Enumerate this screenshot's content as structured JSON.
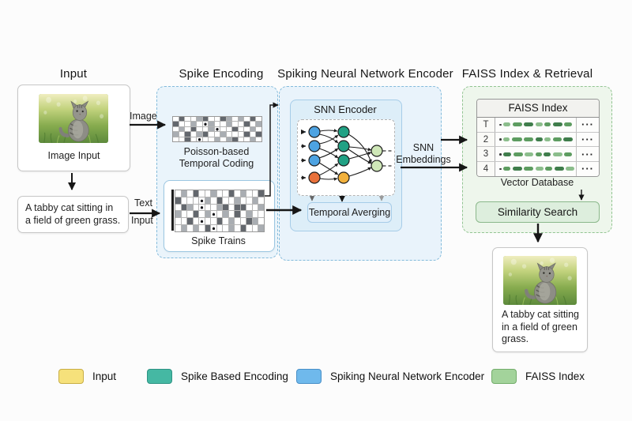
{
  "titles": {
    "input": "Input",
    "spike_encoding": "Spike Encoding",
    "snn_encoder": "Spiking Neural Network Encoder",
    "faiss": "FAISS Index & Retrieval"
  },
  "input_section": {
    "image_caption": "Image Input",
    "text_prompt": "A tabby cat sitting in a field of green grass.",
    "image_arrow_label": "Image",
    "text_arrow_label_line1": "Text",
    "text_arrow_label_line2": "Input"
  },
  "spike_encoding": {
    "poisson_label_line1": "Poisson-based",
    "poisson_label_line2": "Temporal Coding",
    "spike_trains_label": "Spike Trains",
    "poisson_grid": [
      "020012002101020",
      "200103100100201",
      "010200130020010",
      "102012001000202",
      "002030010120010"
    ],
    "spike_trains_grid": [
      "010200100201002",
      "200031020010010",
      "021030012022001",
      "100201301020100",
      "002030020100210",
      "010102300102001"
    ]
  },
  "snn_section": {
    "encoder_title": "SNN Encoder",
    "temporal_box_label": "Temporal Averging",
    "embeddings_label_line1": "SNN",
    "embeddings_label_line2": "Embeddings"
  },
  "faiss_section": {
    "table_title": "FAISS Index",
    "ellipsis": "···",
    "rows": [
      {
        "label": "T",
        "pills": [
          [
            9,
            0
          ],
          [
            12,
            1
          ],
          [
            12,
            2
          ],
          [
            9,
            0
          ],
          [
            8,
            1
          ],
          [
            12,
            2
          ],
          [
            10,
            1
          ]
        ]
      },
      {
        "label": "2",
        "pills": [
          [
            8,
            0
          ],
          [
            13,
            1
          ],
          [
            12,
            1
          ],
          [
            9,
            2
          ],
          [
            8,
            0
          ],
          [
            11,
            1
          ],
          [
            12,
            2
          ]
        ]
      },
      {
        "label": "3",
        "pills": [
          [
            10,
            2
          ],
          [
            12,
            1
          ],
          [
            11,
            0
          ],
          [
            8,
            1
          ],
          [
            9,
            2
          ],
          [
            12,
            0
          ],
          [
            10,
            1
          ]
        ]
      },
      {
        "label": "4",
        "pills": [
          [
            9,
            1
          ],
          [
            12,
            2
          ],
          [
            12,
            1
          ],
          [
            10,
            0
          ],
          [
            9,
            1
          ],
          [
            12,
            2
          ],
          [
            11,
            0
          ]
        ]
      }
    ],
    "vector_db_label": "Vector Database",
    "similarity_label": "Similarity Search"
  },
  "result_section": {
    "caption": "A tabby cat sitting in a field of green grass."
  },
  "legend": [
    {
      "label": "Input",
      "color": "#f6e17b",
      "border": "#c8ae45"
    },
    {
      "label": "Spike Based Encoding",
      "color": "#45b8a3",
      "border": "#2f9384"
    },
    {
      "label": "Spiking Neural Network Encoder",
      "color": "#6fb9ec",
      "border": "#4a90c8"
    },
    {
      "label": "FAISS Index",
      "color": "#a3d39b",
      "border": "#73ad6b"
    }
  ],
  "colors": {
    "neuron_input": "#4da3e2",
    "neuron_input_alt": "#e8703a",
    "neuron_hidden": "#21a184",
    "neuron_hidden_alt": "#f2b13c",
    "neuron_output": "#cfe7b8",
    "grid_mid": "#a9adb2",
    "grid_dark": "#63676d",
    "pill_palette": [
      "#8bbd8b",
      "#5d9c60",
      "#3f7d4b"
    ],
    "section_blue_bg": "#eaf4fb",
    "section_green_bg": "#eef6ec"
  }
}
